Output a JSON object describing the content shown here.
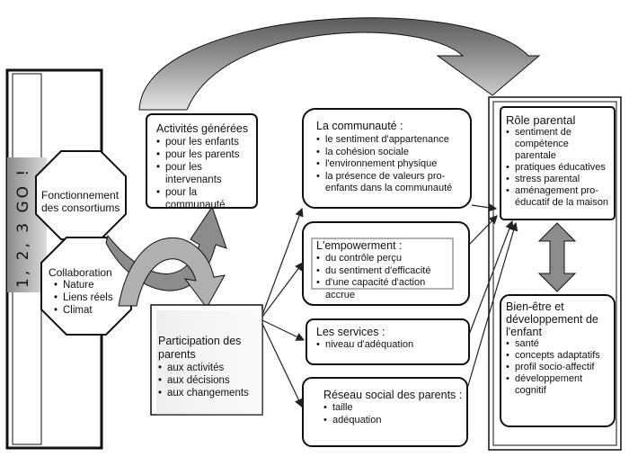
{
  "side_label": "1, 2, 3 GO !",
  "octagon1": {
    "title": "Fonctionnement des consortiums"
  },
  "octagon2": {
    "title": "Collaboration",
    "items": [
      "Nature",
      "Liens réels",
      "Climat"
    ]
  },
  "activites": {
    "title": "Activités générées",
    "items": [
      "pour les enfants",
      "pour les parents",
      "pour les intervenants",
      "pour la communauté"
    ]
  },
  "participation": {
    "title": "Participation des parents",
    "items": [
      "aux activités",
      "aux décisions",
      "aux changements"
    ]
  },
  "communaute": {
    "title": "La communauté :",
    "items": [
      "le sentiment d'appartenance",
      "la cohésion sociale",
      "l'environnement physique",
      "la présence de valeurs pro-enfants dans la communauté"
    ]
  },
  "empowerment": {
    "title": "L'empowerment :",
    "items": [
      "du contrôle perçu",
      "du sentiment d'efficacité",
      "d'une capacité d'action accrue"
    ]
  },
  "services": {
    "title": "Les services :",
    "items": [
      "niveau d'adéquation"
    ]
  },
  "reseau": {
    "title": "Réseau social des parents :",
    "items": [
      "taille",
      "adéquation"
    ]
  },
  "role": {
    "title": "Rôle parental",
    "items": [
      "sentiment de compétence parentale",
      "pratiques éducatives",
      "stress parental",
      "aménagement pro-éducatif de la maison"
    ]
  },
  "bienetre": {
    "title": "Bien-être et développement de l'enfant",
    "items": [
      "santé",
      "concepts adaptatifs",
      "profil socio-affectif",
      "développement cognitif"
    ]
  }
}
